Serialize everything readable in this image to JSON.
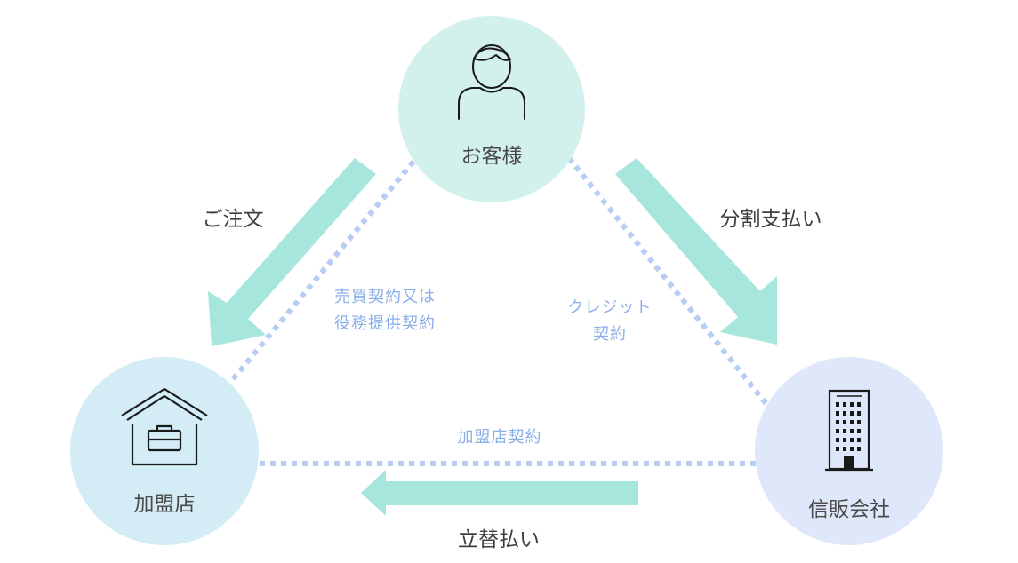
{
  "nodes": {
    "customer": {
      "label": "お客様",
      "icon": "person-icon",
      "color": "#d3f1ec"
    },
    "merchant": {
      "label": "加盟店",
      "icon": "store-briefcase-icon",
      "color": "#d3ecf5"
    },
    "credit_company": {
      "label": "信販会社",
      "icon": "office-building-icon",
      "color": "#dfe7fa"
    }
  },
  "flows": {
    "order": {
      "label": "ご注文"
    },
    "installment": {
      "label": "分割支払い"
    },
    "advance_payment": {
      "label": "立替払い"
    }
  },
  "contracts": {
    "sales": {
      "line1": "売買契約又は",
      "line2": "役務提供契約"
    },
    "credit": {
      "line1": "クレジット",
      "line2": "契約"
    },
    "merchant": {
      "label": "加盟店契約"
    }
  },
  "colors": {
    "flow_arrow": "#a6e6dc",
    "contract_line": "#b7cdf3",
    "contract_text": "#8aaee8",
    "icon_stroke": "#1a1a1a"
  }
}
